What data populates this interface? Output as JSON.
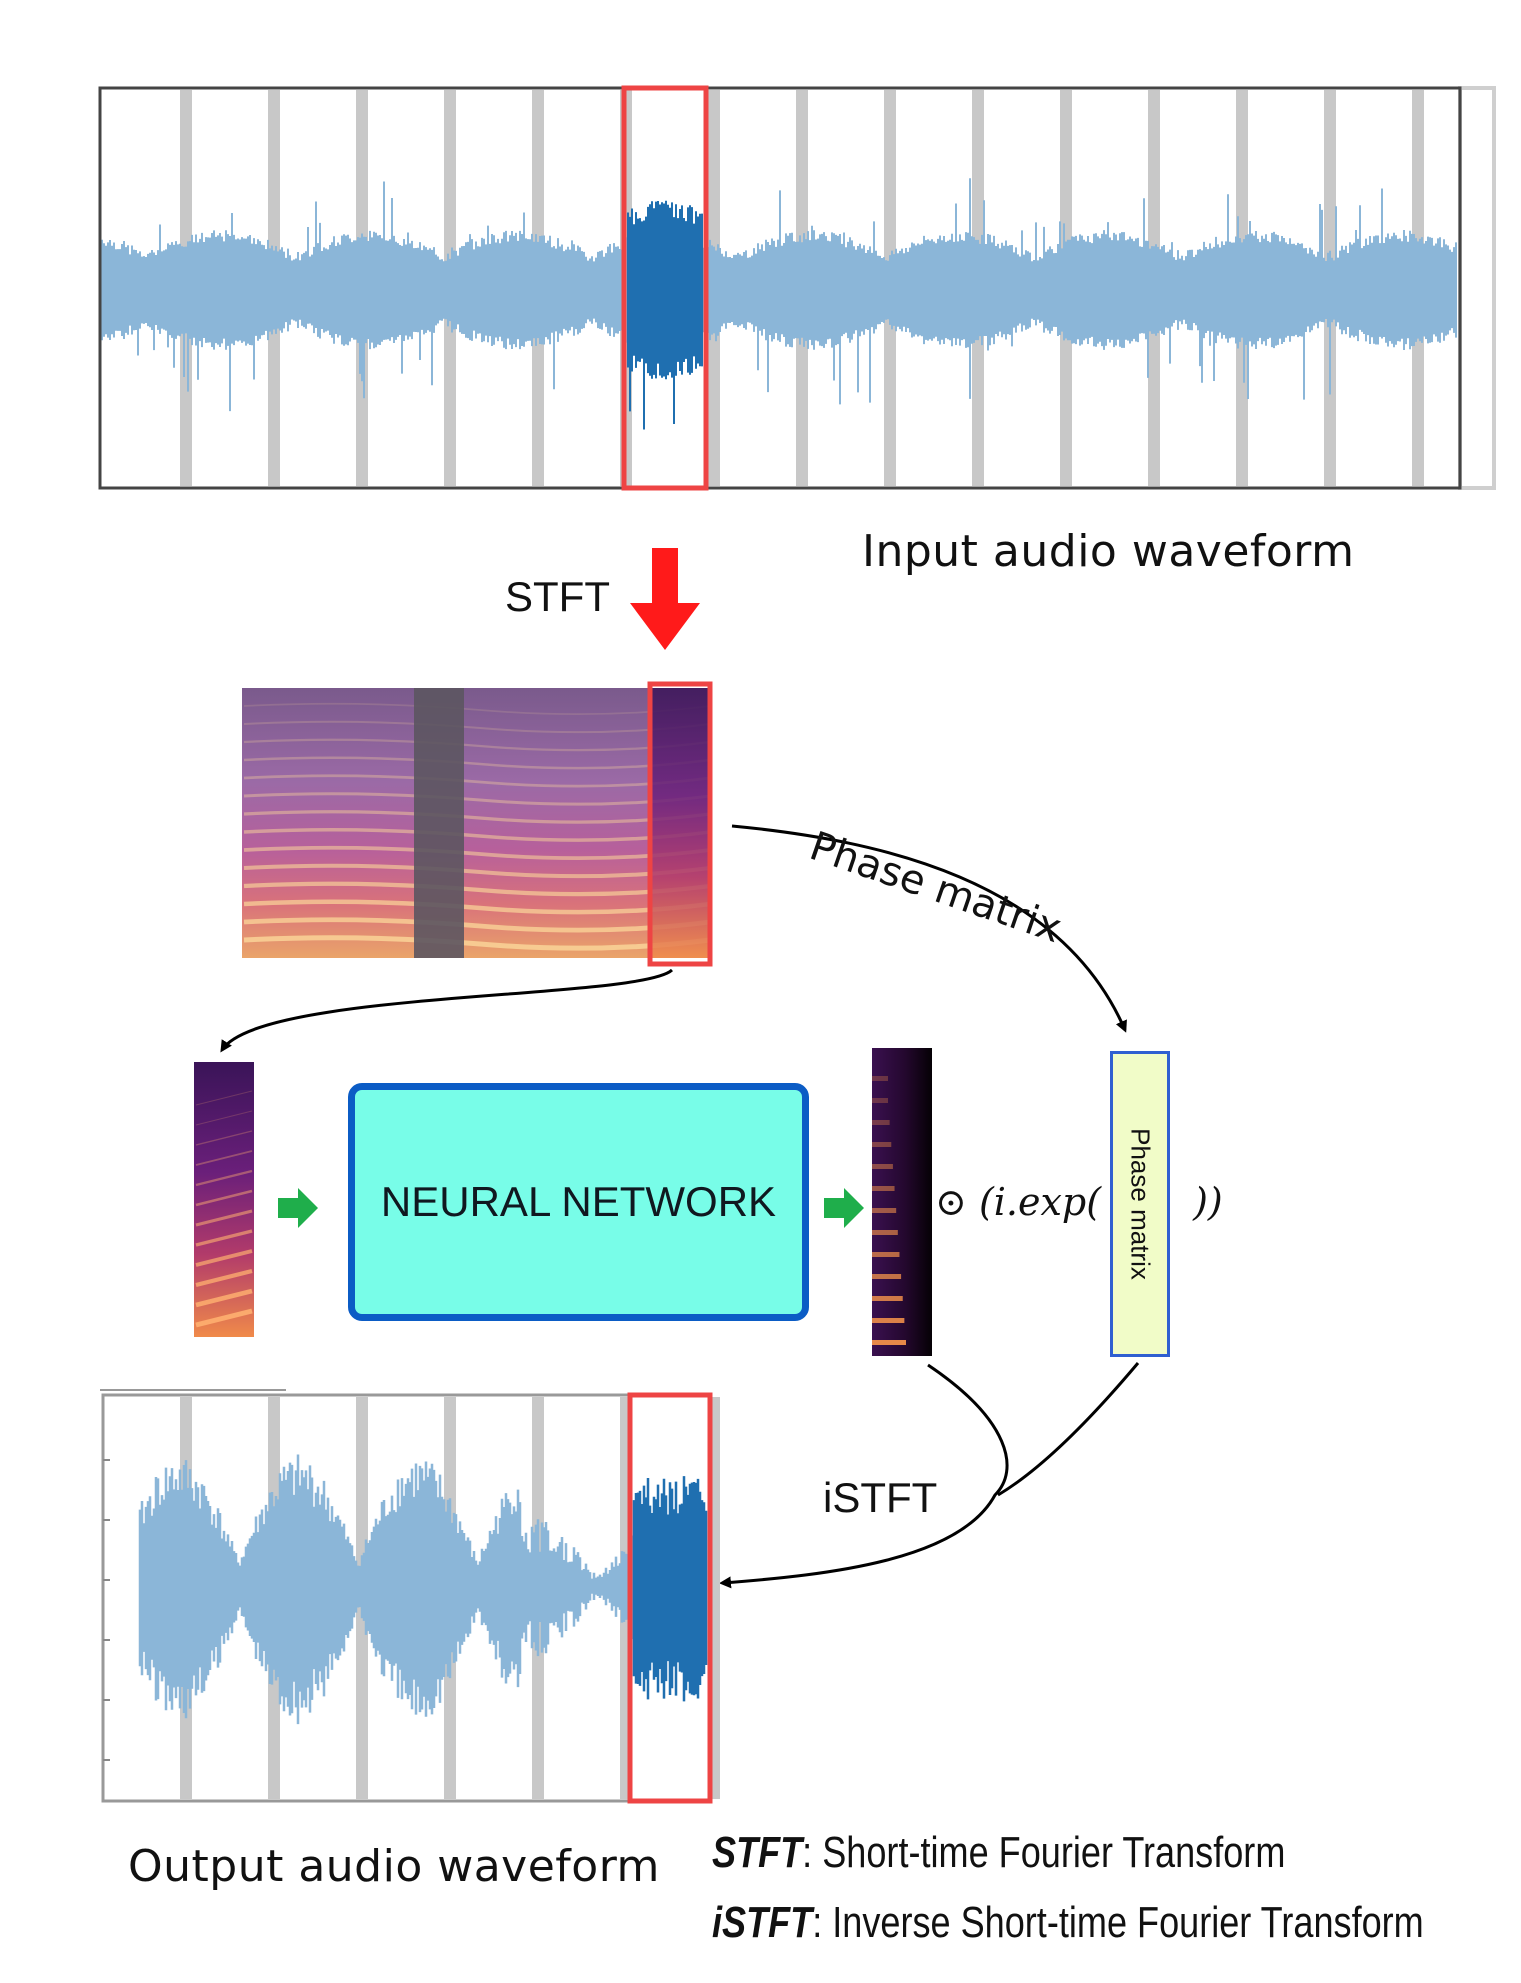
{
  "labels": {
    "input_waveform": "Input audio waveform",
    "output_waveform": "Output audio waveform",
    "stft": "STFT",
    "istft": "iSTFT",
    "phase_matrix_arrow": "Phase matrix",
    "phase_matrix_box": "Phase matrix",
    "neural_network": "NEURAL NETWORK",
    "formula_op": "⊙",
    "formula_open": "(i.exp(",
    "formula_close": "))"
  },
  "legend": [
    {
      "term": "STFT",
      "definition": ": Short-time Fourier Transform"
    },
    {
      "term": "iSTFT",
      "definition": ": Inverse Short-time Fourier Transform"
    }
  ],
  "colors": {
    "waveform_light": "#8bb6d8",
    "waveform_dark": "#1f6fb0",
    "frame_stripe": "#c8c8c8",
    "highlight": "#ee4444",
    "stft_arrow": "#ff1a1a",
    "small_arrow": "#1fae4b",
    "nn_fill": "#78fde8",
    "nn_border": "#0b5cc5",
    "phase_fill": "#f1fcc8",
    "phase_border": "#2f5fd1"
  }
}
